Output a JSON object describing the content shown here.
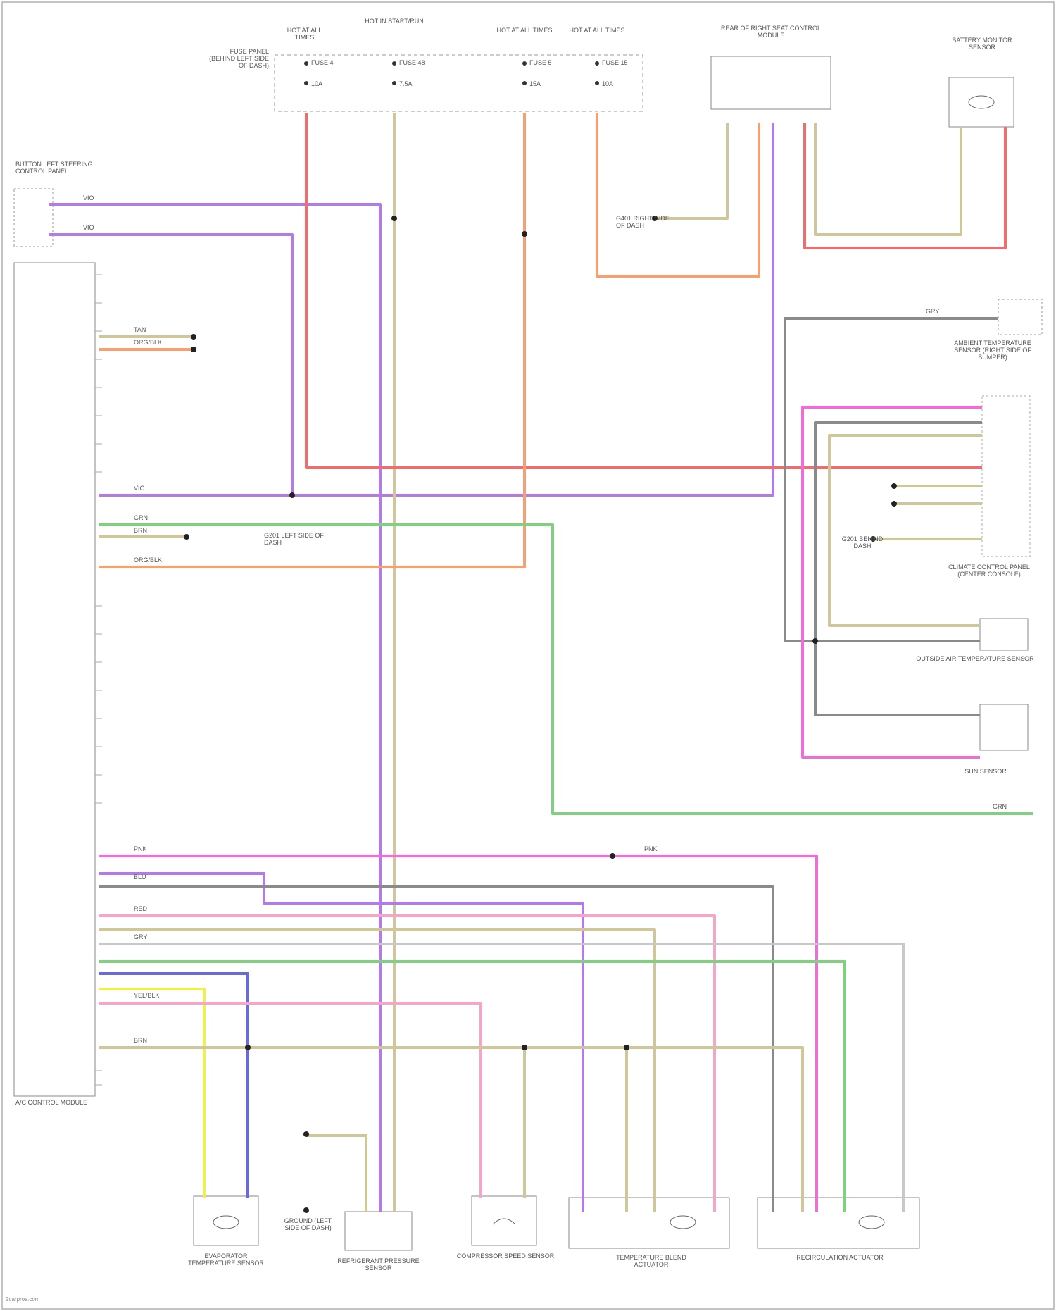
{
  "diagram": {
    "watermark": "2carpros.com",
    "fuse_headers": {
      "f1": "HOT AT ALL TIMES",
      "f2": "HOT IN START/RUN",
      "f3": "HOT AT ALL TIMES",
      "f4": "HOT AT ALL TIMES"
    },
    "fuse_panel_label": "FUSE PANEL (BEHIND LEFT SIDE OF DASH)",
    "fuses": [
      {
        "name": "FUSE 4",
        "rating": "10A"
      },
      {
        "name": "FUSE 48",
        "rating": "7.5A"
      },
      {
        "name": "FUSE 5",
        "rating": "15A"
      },
      {
        "name": "FUSE 15",
        "rating": "10A"
      }
    ],
    "components": {
      "button_left": "BUTTON LEFT STEERING CONTROL PANEL",
      "gateway_module": "REAR OF RIGHT SEAT CONTROL MODULE",
      "battery_sensor": "BATTERY MONITOR SENSOR",
      "control_module": "A/C CONTROL MODULE",
      "ambient_sensor": "AMBIENT TEMPERATURE SENSOR (RIGHT SIDE OF BUMPER)",
      "climate_panel": "CLIMATE CONTROL PANEL (CENTER CONSOLE)",
      "outside_temp": "OUTSIDE AIR TEMPERATURE SENSOR",
      "sun_sensor": "SUN SENSOR",
      "ground_left": "G201 LEFT SIDE OF DASH",
      "ground_right": "G401 RIGHT SIDE OF DASH",
      "evap_sensor": "EVAPORATOR TEMPERATURE SENSOR",
      "refrigerant_sensor": "REFRIGERANT PRESSURE SENSOR",
      "compressor_sensor": "COMPRESSOR SPEED SENSOR",
      "temp_actuator": "TEMPERATURE BLEND ACTUATOR",
      "recirc_actuator": "RECIRCULATION ACTUATOR",
      "ground_bottom": "GROUND (LEFT SIDE OF DASH)",
      "ground_mid": "G201 BEHIND DASH"
    },
    "wire_colors": {
      "pink": "PNK",
      "violet": "VIO",
      "red": "RED",
      "orange": "ORG/BLK",
      "green": "GRN",
      "brown": "BRN",
      "tan": "TAN",
      "gray": "GRY",
      "blue": "BLU",
      "yellow": "YEL/BLK"
    },
    "colors": {
      "violet": "#b37be6",
      "pink": "#f06cd8",
      "red": "#f26c6c",
      "orange": "#f4a073",
      "tan": "#cfc79a",
      "green": "#7fd07f",
      "blue": "#6b6bd6",
      "gray": "#8a8a8a",
      "yellow": "#eeee55",
      "lightpink": "#f4a6c8",
      "lightgray": "#c8c8c8"
    }
  }
}
